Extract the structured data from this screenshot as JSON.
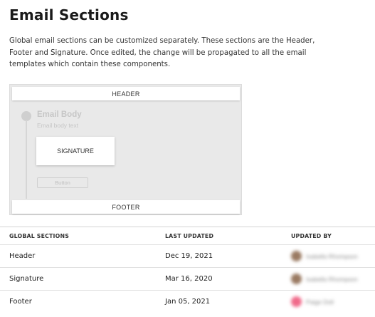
{
  "page": {
    "title": "Email Sections",
    "description": "Global email sections can be customized separately. These sections are the Header, Footer and Signature. Once edited, the change will be propagated to all the email templates which contain these components."
  },
  "preview": {
    "header_label": "HEADER",
    "body_title": "Email Body",
    "body_text": "Email body text",
    "signature_label": "SIGNATURE",
    "button_label": "Button",
    "footer_label": "FOOTER"
  },
  "table": {
    "columns": [
      "GLOBAL SECTIONS",
      "LAST UPDATED",
      "UPDATED BY"
    ],
    "rows": [
      {
        "section": "Header",
        "last_updated": "Dec 19, 2021",
        "updated_by": "Isabella Rhompson",
        "avatar_color": "#9a7a62"
      },
      {
        "section": "Signature",
        "last_updated": "Mar 16, 2020",
        "updated_by": "Isabella Rhompson",
        "avatar_color": "#9a7a62"
      },
      {
        "section": "Footer",
        "last_updated": "Jan 05, 2021",
        "updated_by": "Paige Doll",
        "avatar_color": "#f06a8a"
      }
    ]
  },
  "colors": {
    "preview_background": "#e9e9e9",
    "section_card": "#ffffff",
    "placeholder_text": "#c6c6c6"
  }
}
